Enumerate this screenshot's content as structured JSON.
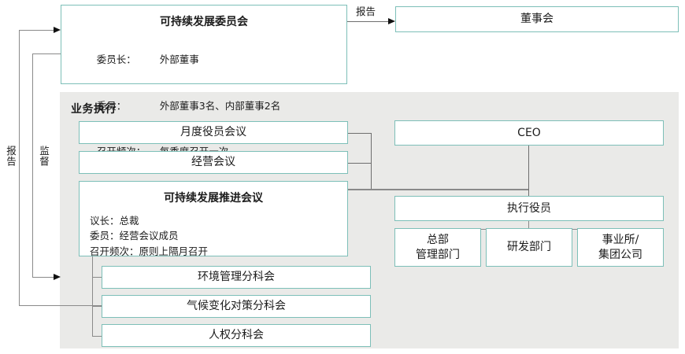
{
  "diagram": {
    "title_committee": "可持续发展委员会",
    "committee_details": [
      {
        "key": "委员长：",
        "value": "外部董事"
      },
      {
        "key": "委员：",
        "value": "外部董事3名、内部董事2名"
      },
      {
        "key": "召开频次：",
        "value": "每季度召开一次"
      }
    ],
    "board": "董事会",
    "panel_title": "业务执行",
    "meetings": [
      "月度役员会议",
      "经营会议"
    ],
    "promotion_meeting": {
      "title": "可持续发展推进会议",
      "details": [
        "议长：总裁",
        "委员：经营会议成员",
        "召开频次：原则上隔月召开"
      ]
    },
    "subcommittees": [
      "环境管理分科会",
      "气候变化对策分科会",
      "人权分科会"
    ],
    "ceo": "CEO",
    "executive_officer": "执行役员",
    "departments": [
      "总部\n管理部门",
      "研发部门",
      "事业所/\n集团公司"
    ],
    "edges": {
      "report_top": "报告",
      "report_left": "报告",
      "supervise_left": "监督"
    },
    "colors": {
      "box_border": "#7dbfb8",
      "panel_bg": "#eaeae8",
      "connector": "#6e6e6e",
      "text": "#1b1b1b"
    }
  }
}
